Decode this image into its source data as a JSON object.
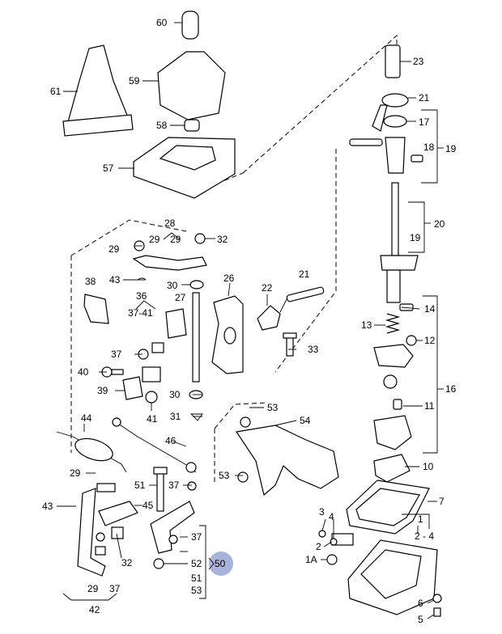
{
  "labels": {
    "l60": "60",
    "l61": "61",
    "l59": "59",
    "l58": "58",
    "l57": "57",
    "l23": "23",
    "l21a": "21",
    "l17": "17",
    "l18": "18",
    "l19a": "19",
    "l20": "20",
    "l19b": "19",
    "l28": "28",
    "l29a": "29",
    "l29b": "29",
    "l29c": "29",
    "l32a": "32",
    "l43a": "43",
    "l38": "38",
    "l36": "36",
    "l3741": "37-41",
    "l30a": "30",
    "l27": "27",
    "l26": "26",
    "l22": "22",
    "l21b": "21",
    "l37a": "37",
    "l40": "40",
    "l39": "39",
    "l41": "41",
    "l30b": "30",
    "l31": "31",
    "l33": "33",
    "l14": "14",
    "l13": "13",
    "l12": "12",
    "l16": "16",
    "l11": "11",
    "l10": "10",
    "l44": "44",
    "l46": "46",
    "l53a": "53",
    "l54": "54",
    "l29d": "29",
    "l51a": "51",
    "l37b": "37",
    "l53b": "53",
    "l43b": "43",
    "l45": "45",
    "l32b": "32",
    "l37c": "37",
    "l52": "52",
    "l50": "50",
    "l51b": "51",
    "l53c": "53",
    "l29e": "29",
    "l37d": "37",
    "l42": "42",
    "l7": "7",
    "l1": "1",
    "l24": "2 - 4",
    "l3": "3",
    "l4": "4",
    "l2": "2",
    "l1A": "1A",
    "l6": "6",
    "l5": "5"
  },
  "highlight": {
    "label": "50",
    "color": "#a9b3d9"
  }
}
